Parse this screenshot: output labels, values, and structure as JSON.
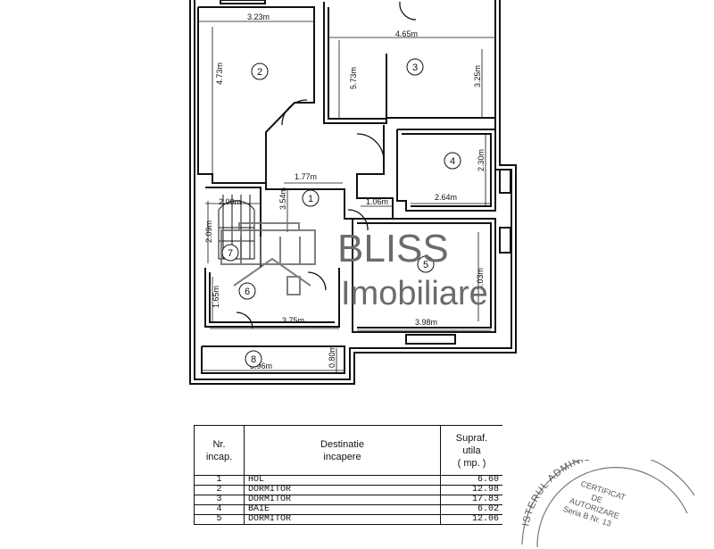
{
  "plan": {
    "dimensions": {
      "d1": "3.23m",
      "d2": "4.65m",
      "d3": "4.73m",
      "d4": "5.73m",
      "d5": "3.25m",
      "d6": "2.30m",
      "d7": "1.77m",
      "d8": "2.64m",
      "d9": "1.06m",
      "d10": "2.00m",
      "d11": "3.54m",
      "d12": "2.09m",
      "d13": "3.03m",
      "d14": "1.65m",
      "d15": "3.75m",
      "d16": "3.98m",
      "d17": "3.96m",
      "d18": "0.80m"
    },
    "room_labels": [
      "1",
      "2",
      "3",
      "4",
      "5",
      "6",
      "7",
      "8"
    ]
  },
  "watermark": {
    "line1": "BLISS",
    "line2": "Imobiliare"
  },
  "table": {
    "headers": {
      "nr_line1": "Nr.",
      "nr_line2": "incap.",
      "dest_line1": "Destinatie",
      "dest_line2": "incapere",
      "area_line1": "Supraf.",
      "area_line2": "utila",
      "area_line3": "( mp. )"
    },
    "rows": [
      {
        "nr": "1",
        "name": "HOL",
        "area": "6.60"
      },
      {
        "nr": "2",
        "name": "DORMITOR",
        "area": "12.98"
      },
      {
        "nr": "3",
        "name": "DORMITOR",
        "area": "17.83"
      },
      {
        "nr": "4",
        "name": "BAIE",
        "area": "6.02"
      },
      {
        "nr": "5",
        "name": "DORMITOR",
        "area": "12.06"
      }
    ]
  },
  "stamp": {
    "arc": "ISTERUL ADMINISTRATIEI",
    "line1": "CERTIFICAT",
    "line2": "DE",
    "line3": "AUTORIZARE",
    "line4": "Seria B Nr. 13"
  }
}
